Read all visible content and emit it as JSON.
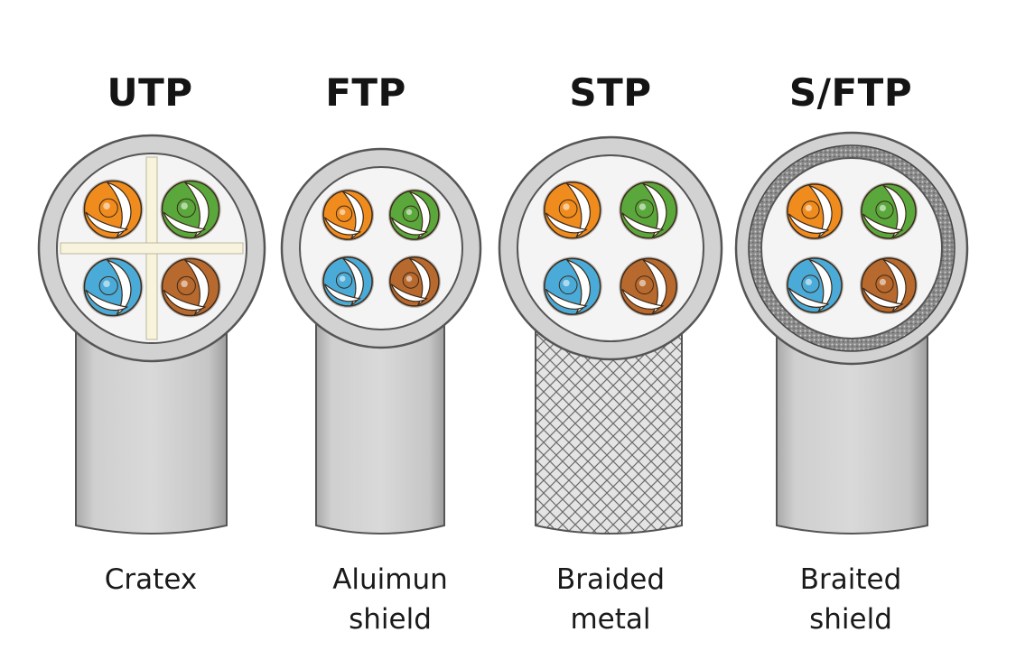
{
  "cables": [
    {
      "title": "UTP",
      "caption": [
        "Cratex"
      ],
      "shield": "none",
      "has_separator": true
    },
    {
      "title": "FTP",
      "caption": [
        "Aluimun",
        "shield"
      ],
      "shield": "foil",
      "has_separator": false
    },
    {
      "title": "STP",
      "caption": [
        "Braided",
        "metal"
      ],
      "shield": "braid",
      "has_separator": false
    },
    {
      "title": "S/FTP",
      "caption": [
        "Braited",
        "shield"
      ],
      "shield": "braid-foil",
      "has_separator": false
    }
  ],
  "pair_colors": {
    "orange": "#f08c1e",
    "green": "#5aa83c",
    "blue": "#4aaad8",
    "brown": "#b8692e"
  },
  "pair_order": [
    "orange",
    "green",
    "blue",
    "brown"
  ],
  "jacket_color": "#cfcfcf",
  "separator_color": "#f7f3dc"
}
